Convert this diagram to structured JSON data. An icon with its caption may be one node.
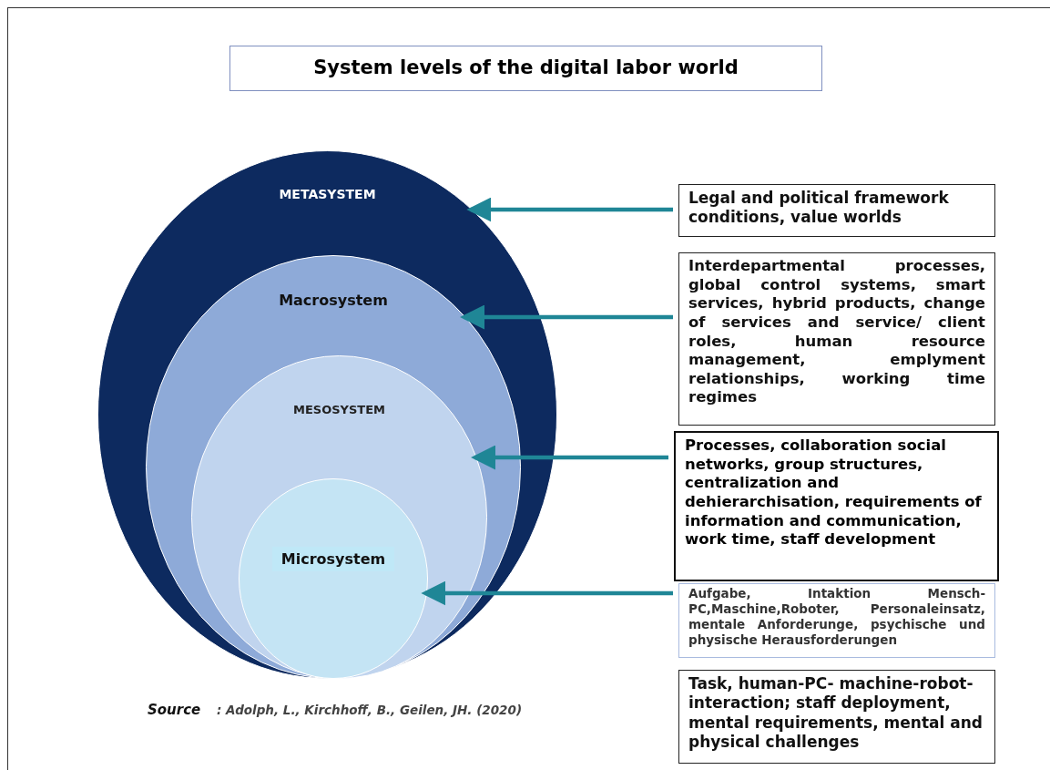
{
  "diagram": {
    "title": "System levels of the digital labor world",
    "nodes": [
      {
        "text": [
          "METASYSTEM"
        ]
      },
      {
        "text": [
          "Macrosystem"
        ],
        "in": 0
      },
      {
        "text": [
          "MESOSYSTEM"
        ],
        "in": 1
      },
      {
        "text": [
          "Microsystem"
        ],
        "in": 2
      },
      {
        "text": [
          "Legal and political framework conditions, value worlds"
        ]
      },
      {
        "text": [
          "Interdepartmental processes, global control systems, smart services, hybrid products, change of services and service/ client roles, human resource management, emplyment relationships, working time regimes"
        ]
      },
      {
        "text": [
          "Processes, collaboration social networks, group structures, centralization and dehierarchisation, requirements of information and communication, work time, staff development"
        ]
      },
      {
        "text": [
          "Aufgabe, Intaktion Mensch-PC,Maschine,Roboter, Personaleinsatz, mentale Anforderunge, psychische und physische Herausforderungen"
        ]
      },
      {
        "text": [
          "Task, human-PC- machine-robot-interaction; staff deployment, mental requirements, mental and physical challenges"
        ]
      }
    ],
    "edges": [
      {
        "from": 4,
        "to": 0,
        "arrow": "to"
      },
      {
        "from": 5,
        "to": 1,
        "arrow": "to"
      },
      {
        "from": 6,
        "to": 2,
        "arrow": "to"
      },
      {
        "from": 7,
        "to": 3,
        "arrow": "to"
      }
    ],
    "labels": [
      "Source",
      ": Adolph, L., Kirchhoff, B., Geilen, JH. (2020)"
    ]
  }
}
